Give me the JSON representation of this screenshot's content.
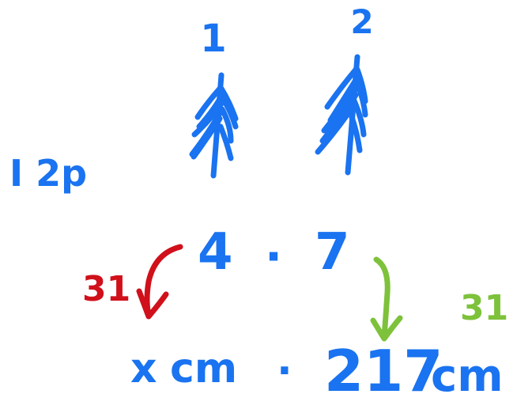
{
  "labels": {
    "tree_1_number": "1",
    "tree_2_number": "2",
    "side_note": "I 2p",
    "ratio_left": "4",
    "ratio_dot": "·",
    "ratio_right": "7",
    "red_factor": "31",
    "green_factor": "31",
    "result_left_var": "x",
    "result_left_unit": "cm",
    "result_dot": "·",
    "result_right_value": "217",
    "result_right_unit": "cm"
  },
  "colors": {
    "blue_ink": "#1a73f0",
    "red_ink": "#d0101a",
    "green_ink": "#7dc23a"
  },
  "icons": {
    "tree_1": "fir-tree-icon",
    "tree_2": "fir-tree-icon",
    "red_arrow": "curved-arrow-down-left-icon",
    "green_arrow": "curved-arrow-down-icon"
  }
}
